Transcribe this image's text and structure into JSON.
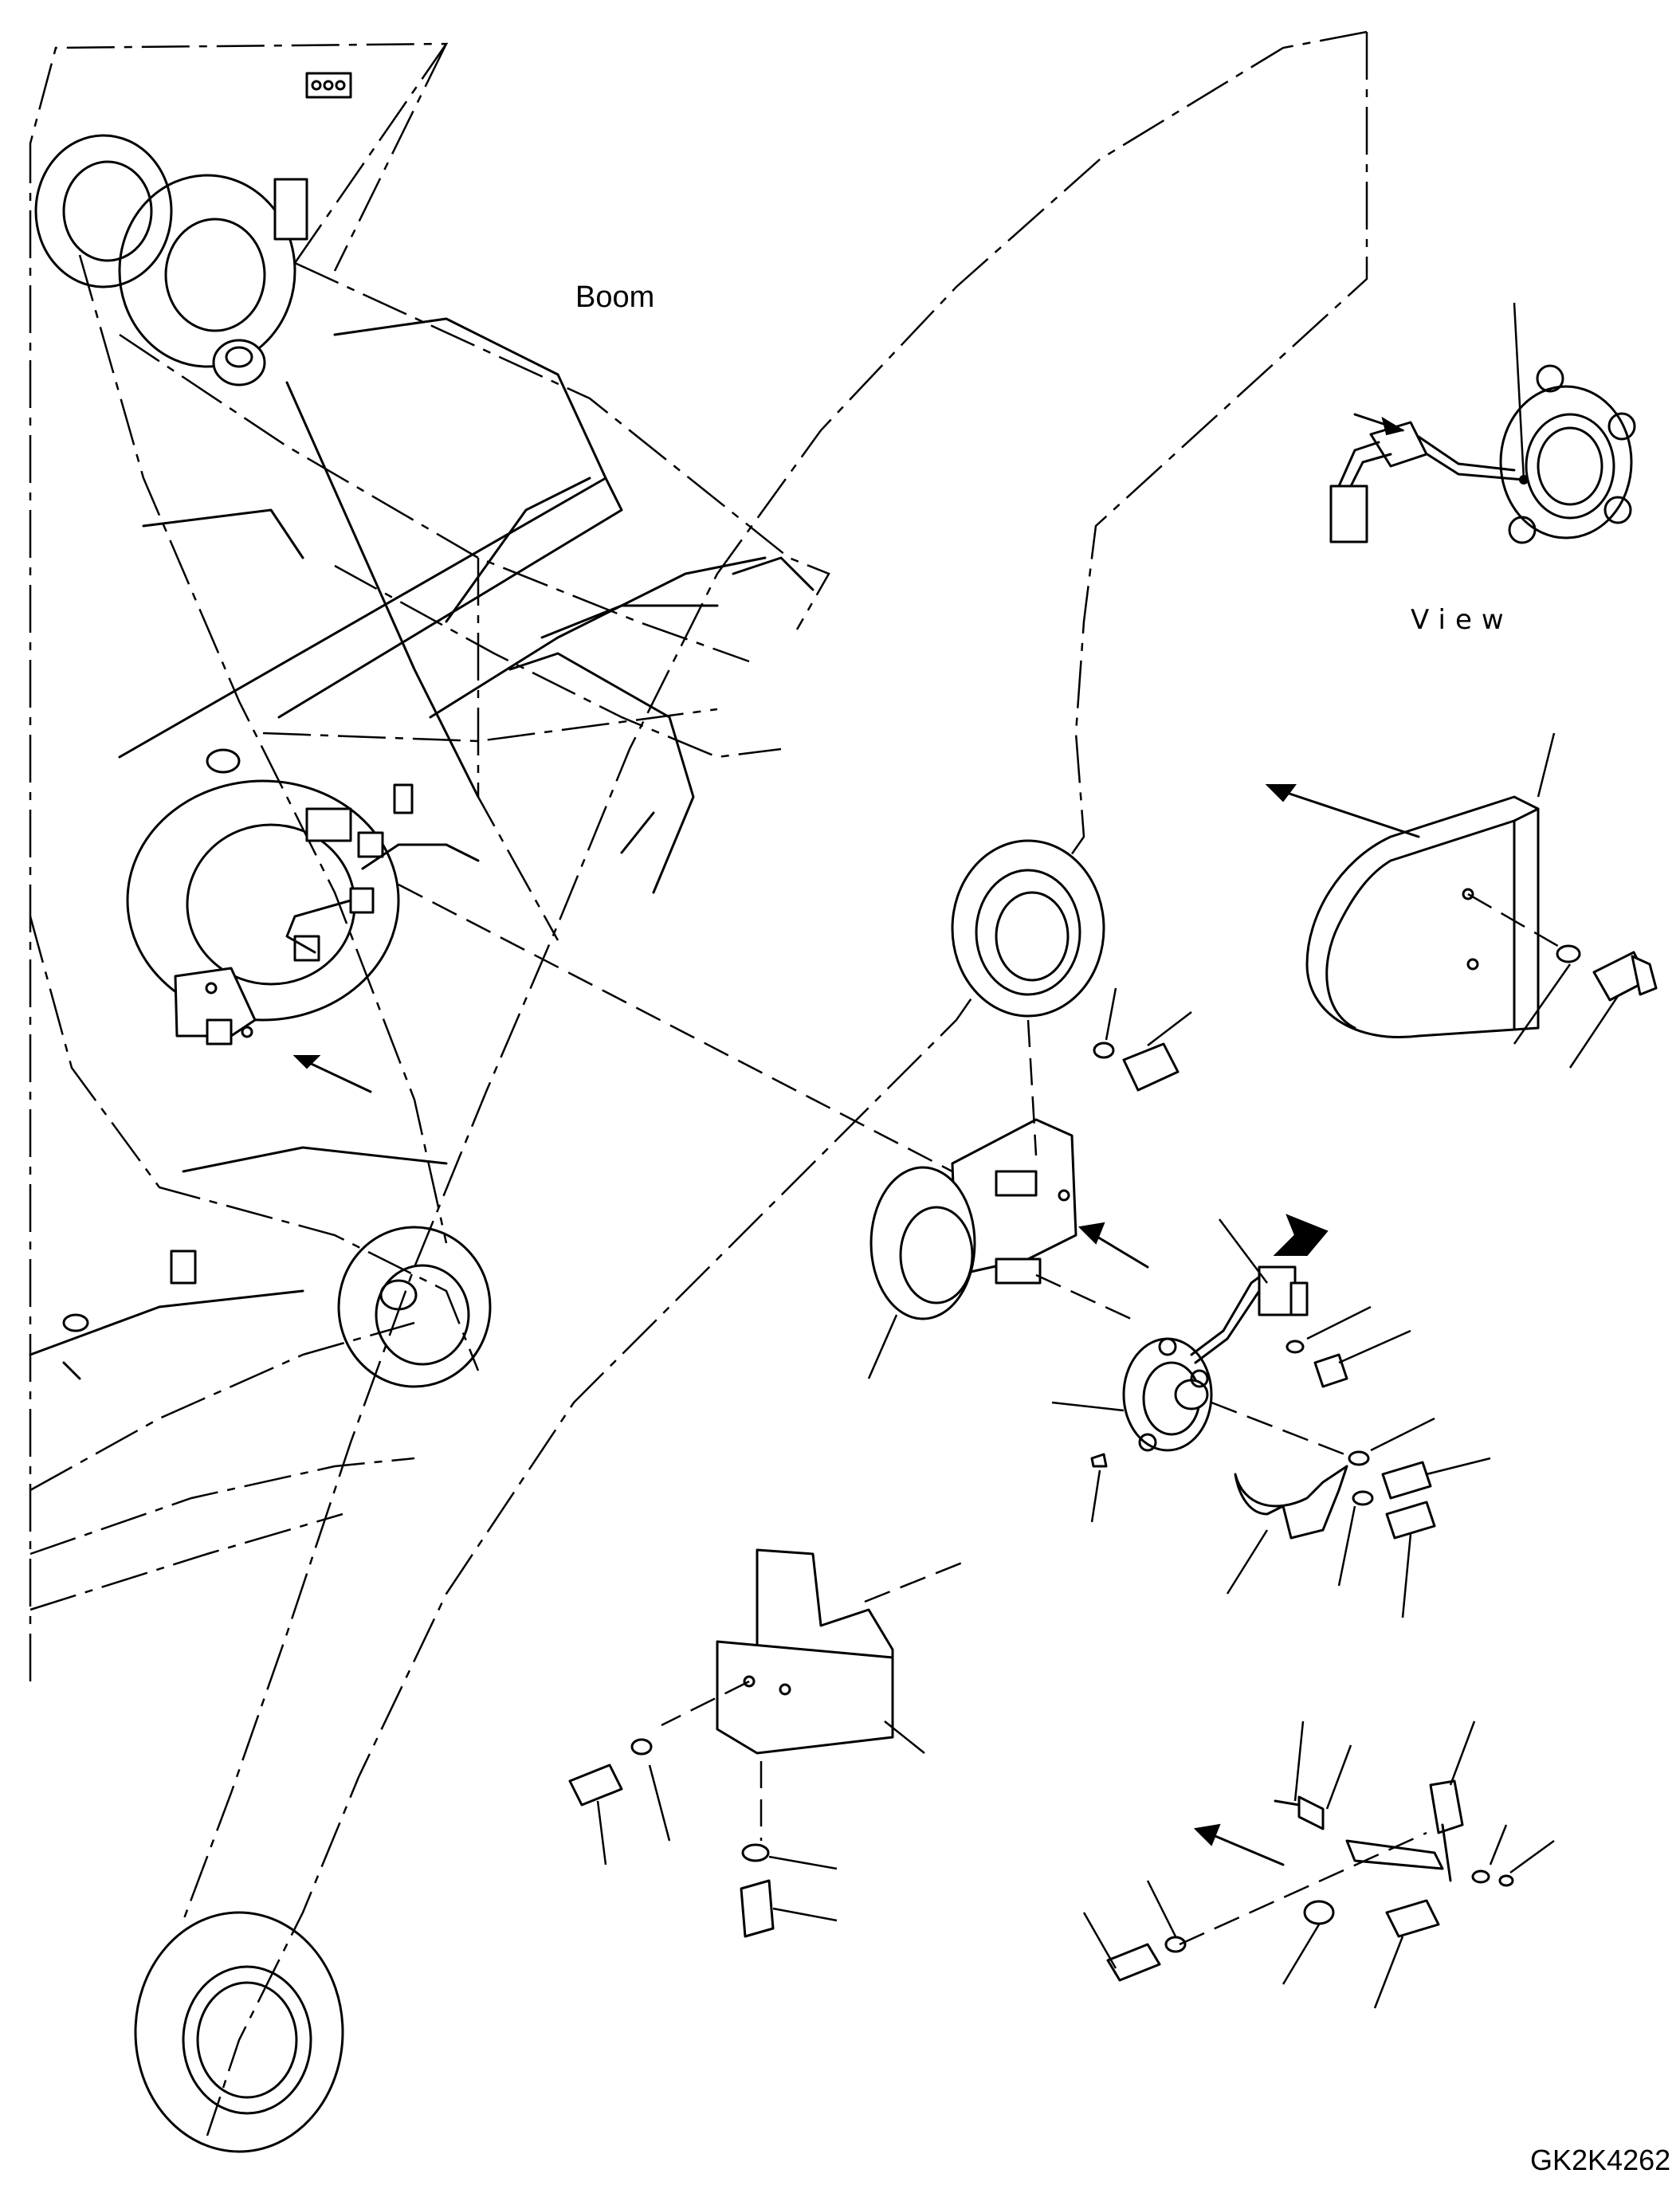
{
  "labels": {
    "boom": "Boom",
    "view": "View",
    "drawing_code": "GK2K4262"
  }
}
